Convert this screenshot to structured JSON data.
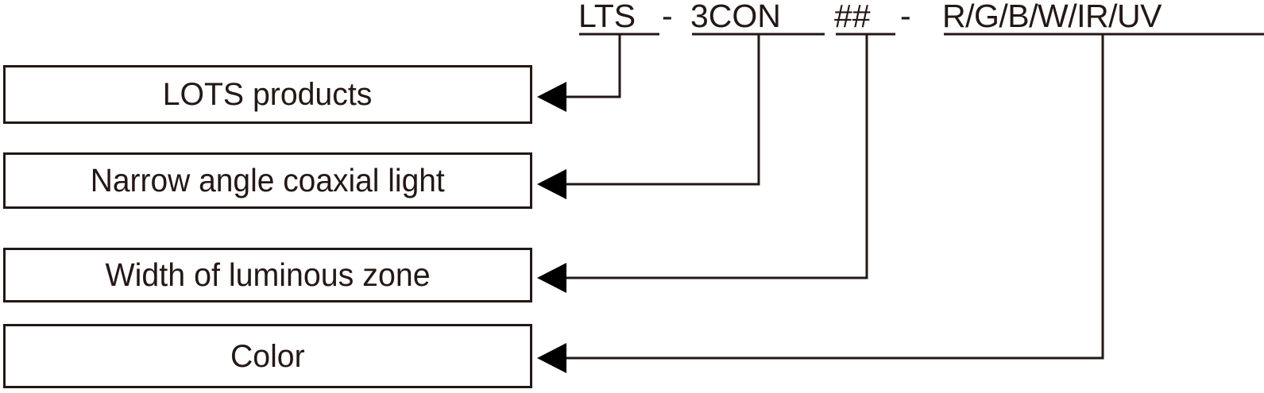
{
  "diagram": {
    "type": "part-number-breakdown",
    "title_code": "LTS - 3CON ## - R/G/B/W/IR/UV",
    "ink_color": "#231815",
    "background_color": "#ffffff",
    "code_tokens": [
      {
        "id": "lts",
        "text": "LTS",
        "underlined": true
      },
      {
        "id": "dash1",
        "text": "-",
        "underlined": false
      },
      {
        "id": "3con",
        "text": "3CON",
        "underlined": true
      },
      {
        "id": "hash",
        "text": "##",
        "underlined": true
      },
      {
        "id": "dash2",
        "text": "-",
        "underlined": false
      },
      {
        "id": "color",
        "text": "R/G/B/W/IR/UV",
        "underlined": true
      }
    ],
    "labels": [
      {
        "id": "lots-products",
        "text": "LOTS products",
        "token": "LTS"
      },
      {
        "id": "narrow-angle",
        "text": "Narrow angle coaxial light",
        "token": "3CON"
      },
      {
        "id": "luminous-width",
        "text": "Width of luminous zone",
        "token": "##"
      },
      {
        "id": "color",
        "text": "Color",
        "token": "R/G/B/W/IR/UV"
      }
    ]
  }
}
